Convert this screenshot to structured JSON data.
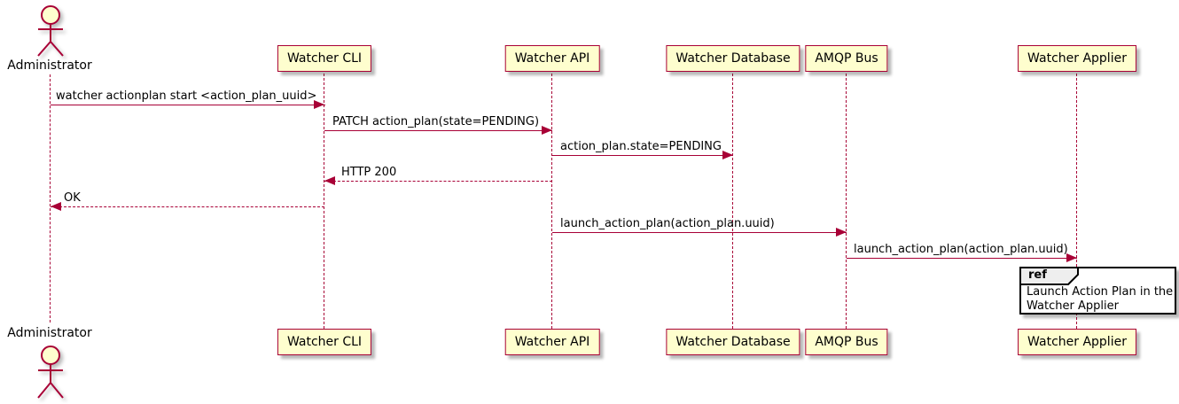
{
  "diagram": {
    "type": "uml-sequence-diagram",
    "colors": {
      "participant_fill": "#FEFECE",
      "stroke": "#A80036",
      "text": "#000000",
      "ref_border": "#000000",
      "ref_header_fill": "#EEEEEE",
      "background": "#FFFFFF"
    }
  },
  "actors": {
    "administrator": {
      "label": "Administrator"
    }
  },
  "participants": [
    {
      "label": "Watcher CLI"
    },
    {
      "label": "Watcher API"
    },
    {
      "label": "Watcher Database"
    },
    {
      "label": "AMQP Bus"
    },
    {
      "label": "Watcher Applier"
    }
  ],
  "messages": [
    {
      "from": "Administrator",
      "to": "Watcher CLI",
      "style": "solid",
      "text": "watcher actionplan start <action_plan_uuid>"
    },
    {
      "from": "Watcher CLI",
      "to": "Watcher API",
      "style": "solid",
      "text": "PATCH action_plan(state=PENDING)"
    },
    {
      "from": "Watcher API",
      "to": "Watcher Database",
      "style": "solid",
      "text": "action_plan.state=PENDING"
    },
    {
      "from": "Watcher API",
      "to": "Watcher CLI",
      "style": "dashed",
      "text": "HTTP 200"
    },
    {
      "from": "Watcher CLI",
      "to": "Administrator",
      "style": "dashed",
      "text": "OK"
    },
    {
      "from": "Watcher API",
      "to": "AMQP Bus",
      "style": "solid",
      "text": "launch_action_plan(action_plan.uuid)"
    },
    {
      "from": "AMQP Bus",
      "to": "Watcher Applier",
      "style": "solid",
      "text": "launch_action_plan(action_plan.uuid)"
    }
  ],
  "ref": {
    "keyword": "ref",
    "lines": [
      "Launch Action Plan in the",
      "Watcher Applier"
    ]
  }
}
